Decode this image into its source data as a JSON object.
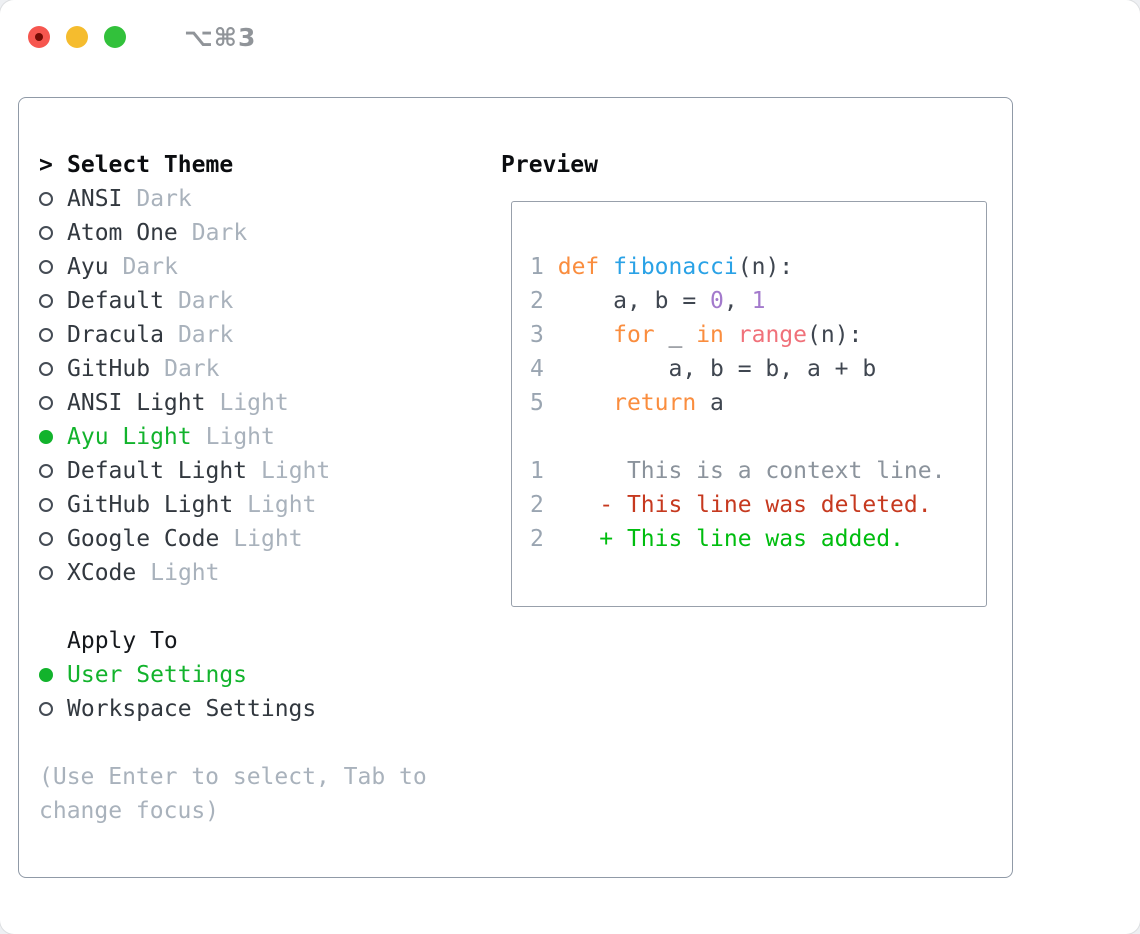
{
  "titlebar": {
    "shortcut_label": "⌥⌘3"
  },
  "theme_picker": {
    "prompt": ">",
    "heading": "Select Theme",
    "themes": [
      {
        "label": "ANSI",
        "variant": "Dark",
        "selected": false
      },
      {
        "label": "Atom One",
        "variant": "Dark",
        "selected": false
      },
      {
        "label": "Ayu",
        "variant": "Dark",
        "selected": false
      },
      {
        "label": "Default",
        "variant": "Dark",
        "selected": false
      },
      {
        "label": "Dracula",
        "variant": "Dark",
        "selected": false
      },
      {
        "label": "GitHub",
        "variant": "Dark",
        "selected": false
      },
      {
        "label": "ANSI Light",
        "variant": "Light",
        "selected": false
      },
      {
        "label": "Ayu Light",
        "variant": "Light",
        "selected": true
      },
      {
        "label": "Default Light",
        "variant": "Light",
        "selected": false
      },
      {
        "label": "GitHub Light",
        "variant": "Light",
        "selected": false
      },
      {
        "label": "Google Code",
        "variant": "Light",
        "selected": false
      },
      {
        "label": "XCode",
        "variant": "Light",
        "selected": false
      }
    ],
    "apply_to": {
      "heading": "Apply To",
      "options": [
        {
          "label": "User Settings",
          "selected": true
        },
        {
          "label": "Workspace Settings",
          "selected": false
        }
      ]
    },
    "hint_lines": [
      "(Use Enter to select, Tab to",
      "change focus)"
    ]
  },
  "preview": {
    "heading": "Preview",
    "lines": [
      {
        "num": "1",
        "tokens": [
          [
            " ",
            "pl"
          ],
          [
            "def",
            "kw"
          ],
          [
            " ",
            "pl"
          ],
          [
            "fibonacci",
            "fn"
          ],
          [
            "(n):",
            "pl"
          ]
        ]
      },
      {
        "num": "2",
        "tokens": [
          [
            "     a, b = ",
            "pl"
          ],
          [
            "0",
            "num"
          ],
          [
            ", ",
            "pl"
          ],
          [
            "1",
            "num"
          ]
        ]
      },
      {
        "num": "3",
        "tokens": [
          [
            "     ",
            "pl"
          ],
          [
            "for",
            "kw"
          ],
          [
            " _ ",
            "pl"
          ],
          [
            "in",
            "kw"
          ],
          [
            " ",
            "pl"
          ],
          [
            "range",
            "call"
          ],
          [
            "(n):",
            "pl"
          ]
        ]
      },
      {
        "num": "4",
        "tokens": [
          [
            "         a, b = b, a + b",
            "pl"
          ]
        ]
      },
      {
        "num": "5",
        "tokens": [
          [
            "     ",
            "pl"
          ],
          [
            "return",
            "kw"
          ],
          [
            " a",
            "pl"
          ]
        ]
      },
      {
        "num": "",
        "tokens": []
      },
      {
        "num": "1",
        "tokens": [
          [
            "      This is a context line.",
            "ctx"
          ]
        ]
      },
      {
        "num": "2",
        "tokens": [
          [
            "    - This line was deleted.",
            "del"
          ]
        ]
      },
      {
        "num": "2",
        "tokens": [
          [
            "    + This line was added.",
            "add"
          ]
        ]
      }
    ]
  },
  "colors": {
    "selected_green": "#12b32c",
    "added_green": "#00bd0f",
    "deleted_red": "#c6391f",
    "keyword_orange": "#fa8d3e",
    "function_blue": "#2aa2e6",
    "number_purple": "#a37acc",
    "builtin_coral": "#f0717a",
    "muted_gray": "#a9b2bc",
    "border_gray": "#909aa7",
    "traffic_red": "#f6564f",
    "traffic_yellow": "#f5bc2e",
    "traffic_green": "#32c13b"
  }
}
